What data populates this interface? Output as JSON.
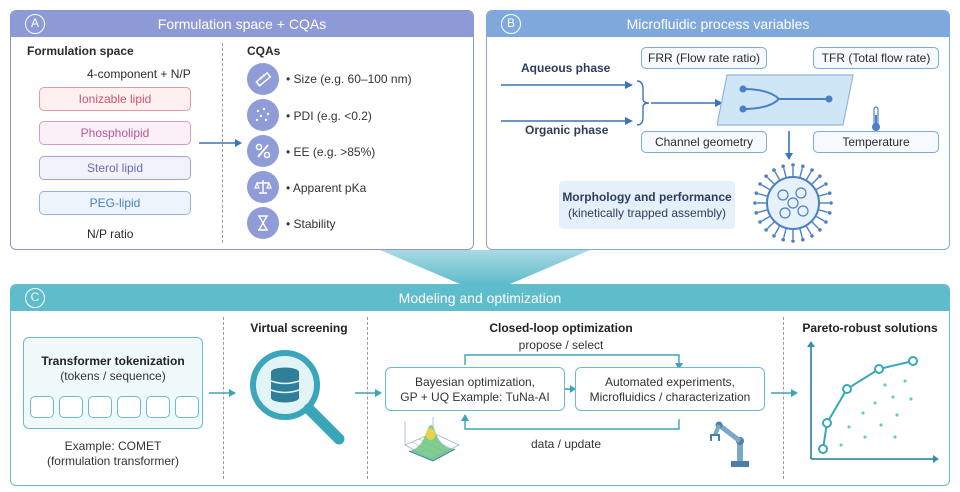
{
  "panel_a": {
    "badge": "A",
    "title": "Formulation space + CQAs",
    "formulation_title": "Formulation space",
    "component_note": "4-component + N/P",
    "lipids": [
      {
        "label": "Ionizable lipid",
        "color": "#d96a7a"
      },
      {
        "label": "Phospholipid",
        "color": "#c86aa6"
      },
      {
        "label": "Sterol lipid",
        "color": "#7a7ac4"
      },
      {
        "label": "PEG-lipid",
        "color": "#5a8fcf"
      }
    ],
    "np_ratio": "N/P ratio",
    "cqas_title": "CQAs",
    "cqas": [
      {
        "icon": "ruler-icon",
        "label": "• Size (e.g. 60–100 nm)"
      },
      {
        "icon": "dots-icon",
        "label": "• PDI (e.g. <0.2)"
      },
      {
        "icon": "percent-icon",
        "label": "• EE (e.g. >85%)"
      },
      {
        "icon": "balance-icon",
        "label": "• Apparent pKa"
      },
      {
        "icon": "hourglass-icon",
        "label": "• Stability"
      }
    ]
  },
  "panel_b": {
    "badge": "B",
    "title": "Microfluidic process variables",
    "aqueous": "Aqueous phase",
    "organic": "Organic phase",
    "frr": "FRR (Flow rate ratio)",
    "tfr": "TFR (Total flow rate)",
    "channel": "Channel geometry",
    "temperature": "Temperature",
    "morph_title": "Morphology and performance",
    "morph_sub": "(kinetically trapped assembly)"
  },
  "panel_c": {
    "badge": "C",
    "title": "Modeling and optimization",
    "tok_title": "Transformer tokenization",
    "tok_sub": "(tokens / sequence)",
    "example_line1": "Example: COMET",
    "example_line2": "(formulation transformer)",
    "vs_title": "Virtual screening",
    "cl_title": "Closed-loop optimization",
    "propose": "propose / select",
    "update": "data / update",
    "bo_line1": "Bayesian optimization,",
    "bo_line2": "GP + UQ Example: TuNa-AI",
    "ae_line1": "Automated experiments,",
    "ae_line2": "Microfluidics / characterization",
    "pareto_title": "Pareto-robust solutions"
  },
  "colors": {
    "panel_head_ab": "#8d9ad6",
    "panel_b_head": "#7fa9dc",
    "panel_c_head": "#5fbccb",
    "arrow_blue": "#3b74b8",
    "teal": "#3aa6b9"
  }
}
